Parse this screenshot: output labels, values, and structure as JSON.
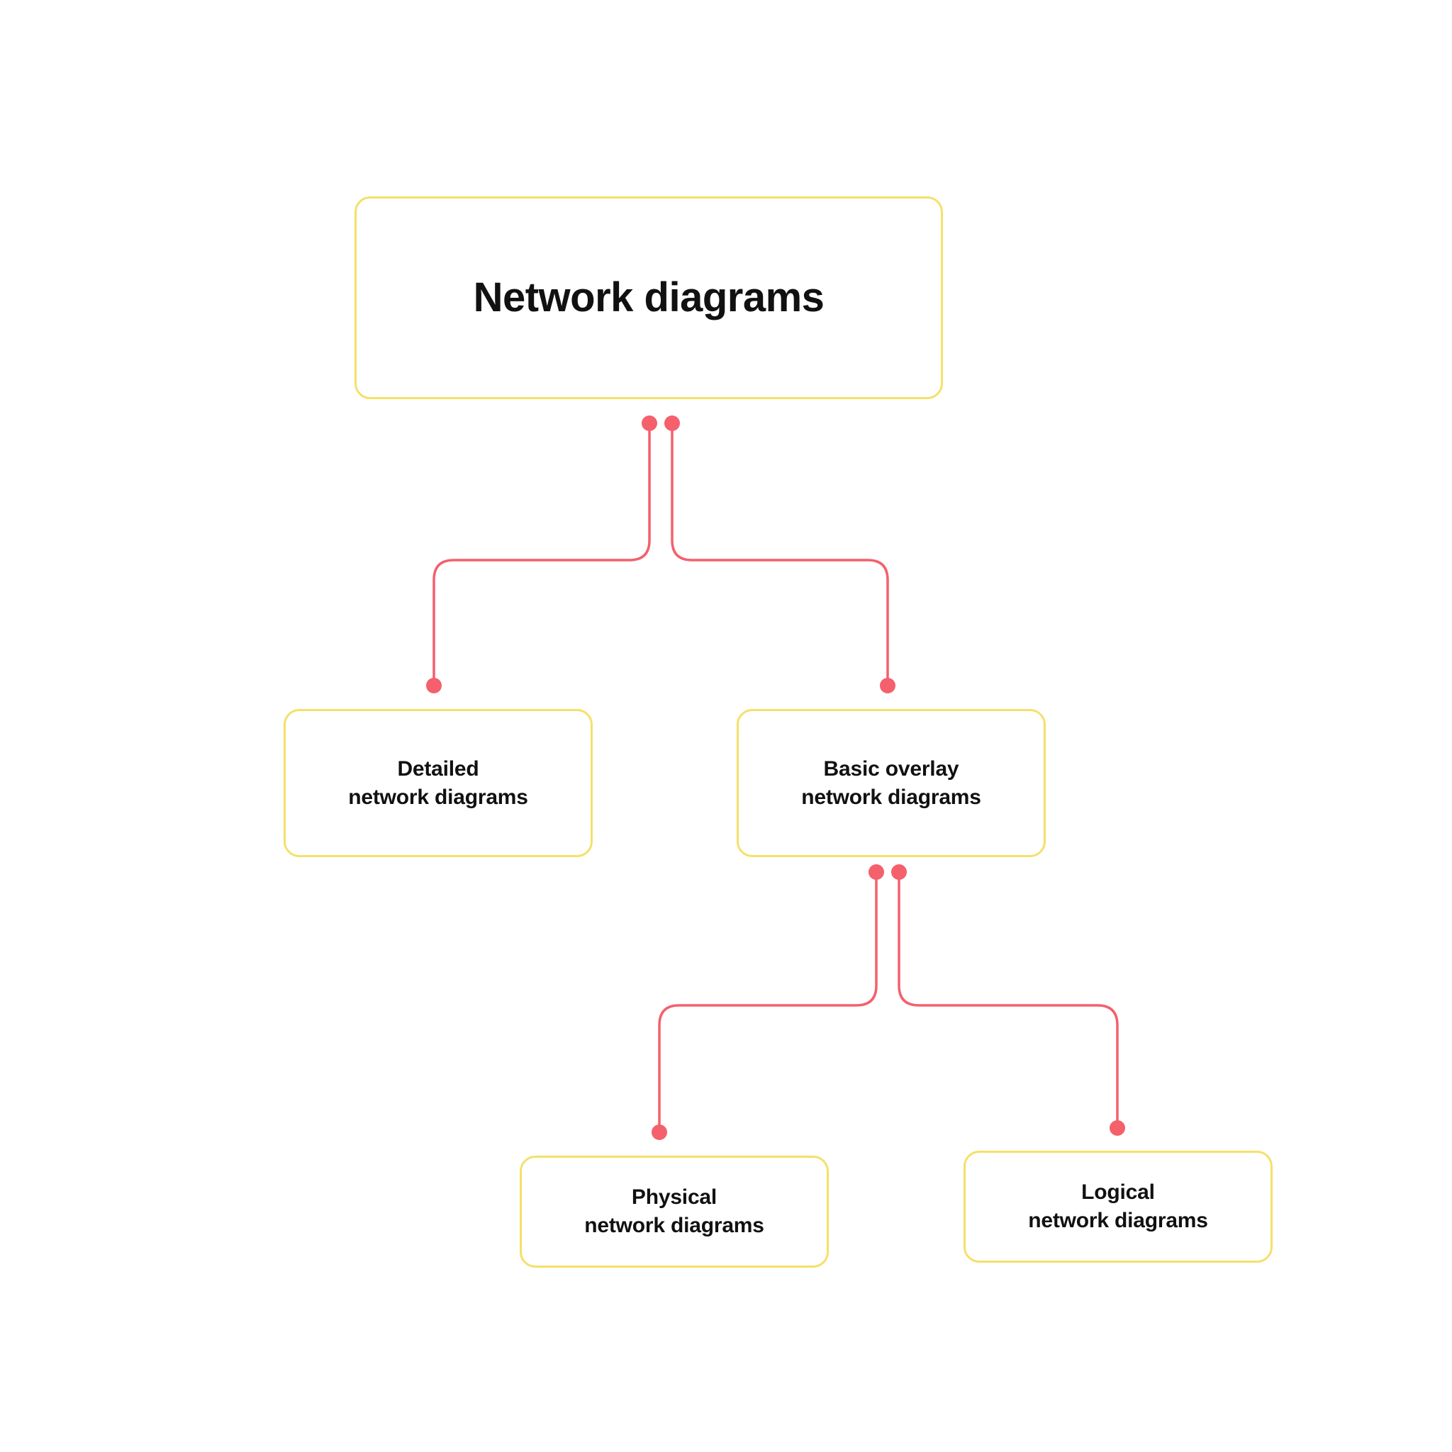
{
  "diagram": {
    "type": "tree-hierarchy",
    "background_color": "#ffffff",
    "box_border_color": "#f5e06a",
    "connector_color": "#f4606c",
    "text_color": "#111111",
    "nodes": {
      "root": {
        "label": "Network diagrams",
        "level": 1
      },
      "detailed": {
        "label": "Detailed\nnetwork diagrams",
        "level": 2
      },
      "basic_overlay": {
        "label": "Basic overlay\nnetwork diagrams",
        "level": 2
      },
      "physical": {
        "label": "Physical\nnetwork diagrams",
        "level": 3
      },
      "logical": {
        "label": "Logical\nnetwork diagrams",
        "level": 3
      }
    },
    "edges": [
      {
        "from": "root",
        "to": "detailed"
      },
      {
        "from": "root",
        "to": "basic_overlay"
      },
      {
        "from": "basic_overlay",
        "to": "physical"
      },
      {
        "from": "basic_overlay",
        "to": "logical"
      }
    ]
  }
}
